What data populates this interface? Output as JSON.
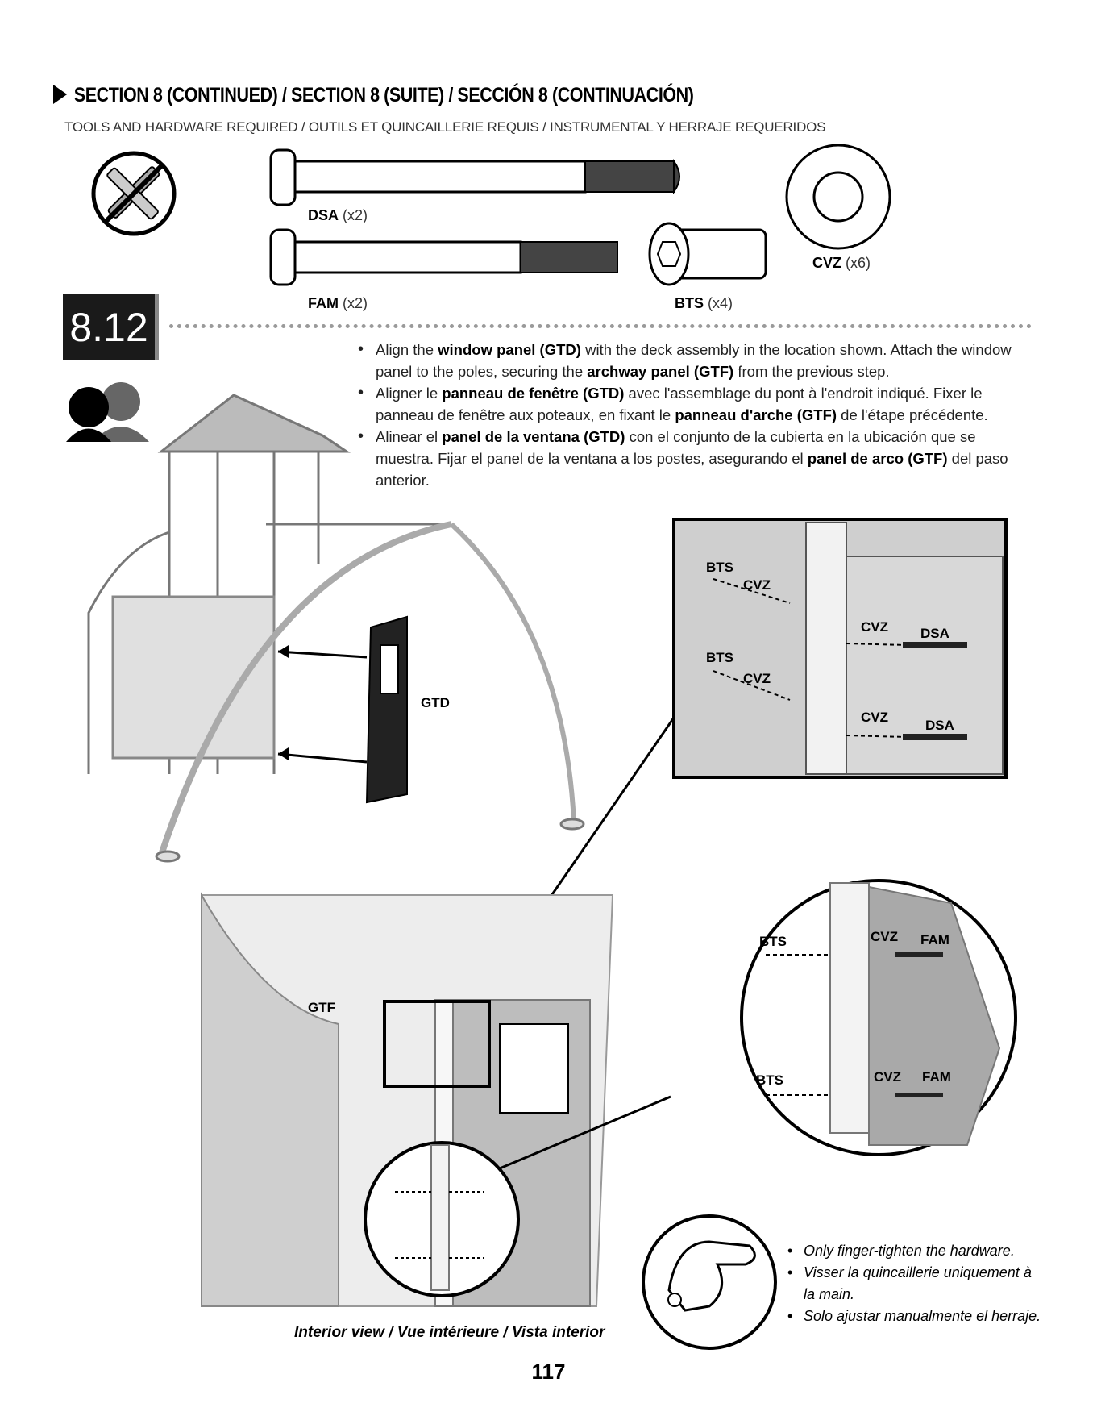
{
  "header": {
    "title": "SECTION 8 (CONTINUED) / SECTION 8 (SUITE) / SECCIÓN 8 (CONTINUACIÓN)",
    "subtitle": "TOOLS AND HARDWARE REQUIRED / OUTILS ET QUINCAILLERIE REQUIS / INSTRUMENTAL Y HERRAJE REQUERIDOS"
  },
  "hardware": [
    {
      "code": "DSA",
      "qty": "(x2)"
    },
    {
      "code": "FAM",
      "qty": "(x2)"
    },
    {
      "code": "BTS",
      "qty": "(x4)"
    },
    {
      "code": "CVZ",
      "qty": "(x6)"
    }
  ],
  "step": {
    "number": "8.12"
  },
  "instructions": {
    "en": {
      "p1": "Align the ",
      "b1": "window panel (GTD)",
      "p2": " with the deck assembly in the location shown. Attach the window panel to the poles, securing the ",
      "b2": "archway panel (GTF)",
      "p3": " from the previous step."
    },
    "fr": {
      "p1": "Aligner le ",
      "b1": "panneau de fenêtre (GTD)",
      "p2": " avec l'assemblage du pont à l'endroit indiqué. Fixer le panneau de fenêtre aux poteaux, en fixant le ",
      "b2": "panneau d'arche (GTF)",
      "p3": " de l'étape précédente."
    },
    "es": {
      "p1": "Alinear el ",
      "b1": "panel de la ventana (GTD)",
      "p2": " con el conjunto de la cubierta en la ubicación que se muestra. Fijar el panel de la ventana a los postes, asegurando el ",
      "b2": "panel de arco (GTF)",
      "p3": " del paso anterior."
    }
  },
  "labels": {
    "gtd": "GTD",
    "gtf": "GTF",
    "bts": "BTS",
    "cvz": "CVZ",
    "dsa": "DSA",
    "fam": "FAM"
  },
  "caption": "Interior view / Vue intérieure / Vista interior",
  "tips": [
    "Only finger-tighten the hardware.",
    "Visser la quincaillerie uniquement à la main.",
    "Solo ajustar manualmente el herraje."
  ],
  "page_number": "117"
}
